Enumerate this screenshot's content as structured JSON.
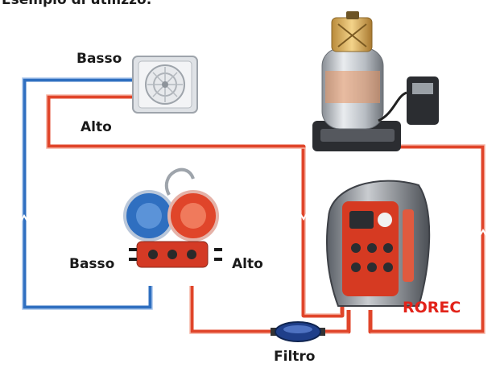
{
  "title": "Esempio di utilizzo:",
  "labels": {
    "condenser_low": "Basso",
    "condenser_high": "Alto",
    "manifold_low": "Basso",
    "manifold_high": "Alto",
    "filter": "Filtro",
    "brand": "ROREC"
  },
  "colors": {
    "low_pressure_hose": "#2f6fc0",
    "high_pressure_hose": "#e0452a",
    "brand_text": "#e2231a"
  }
}
